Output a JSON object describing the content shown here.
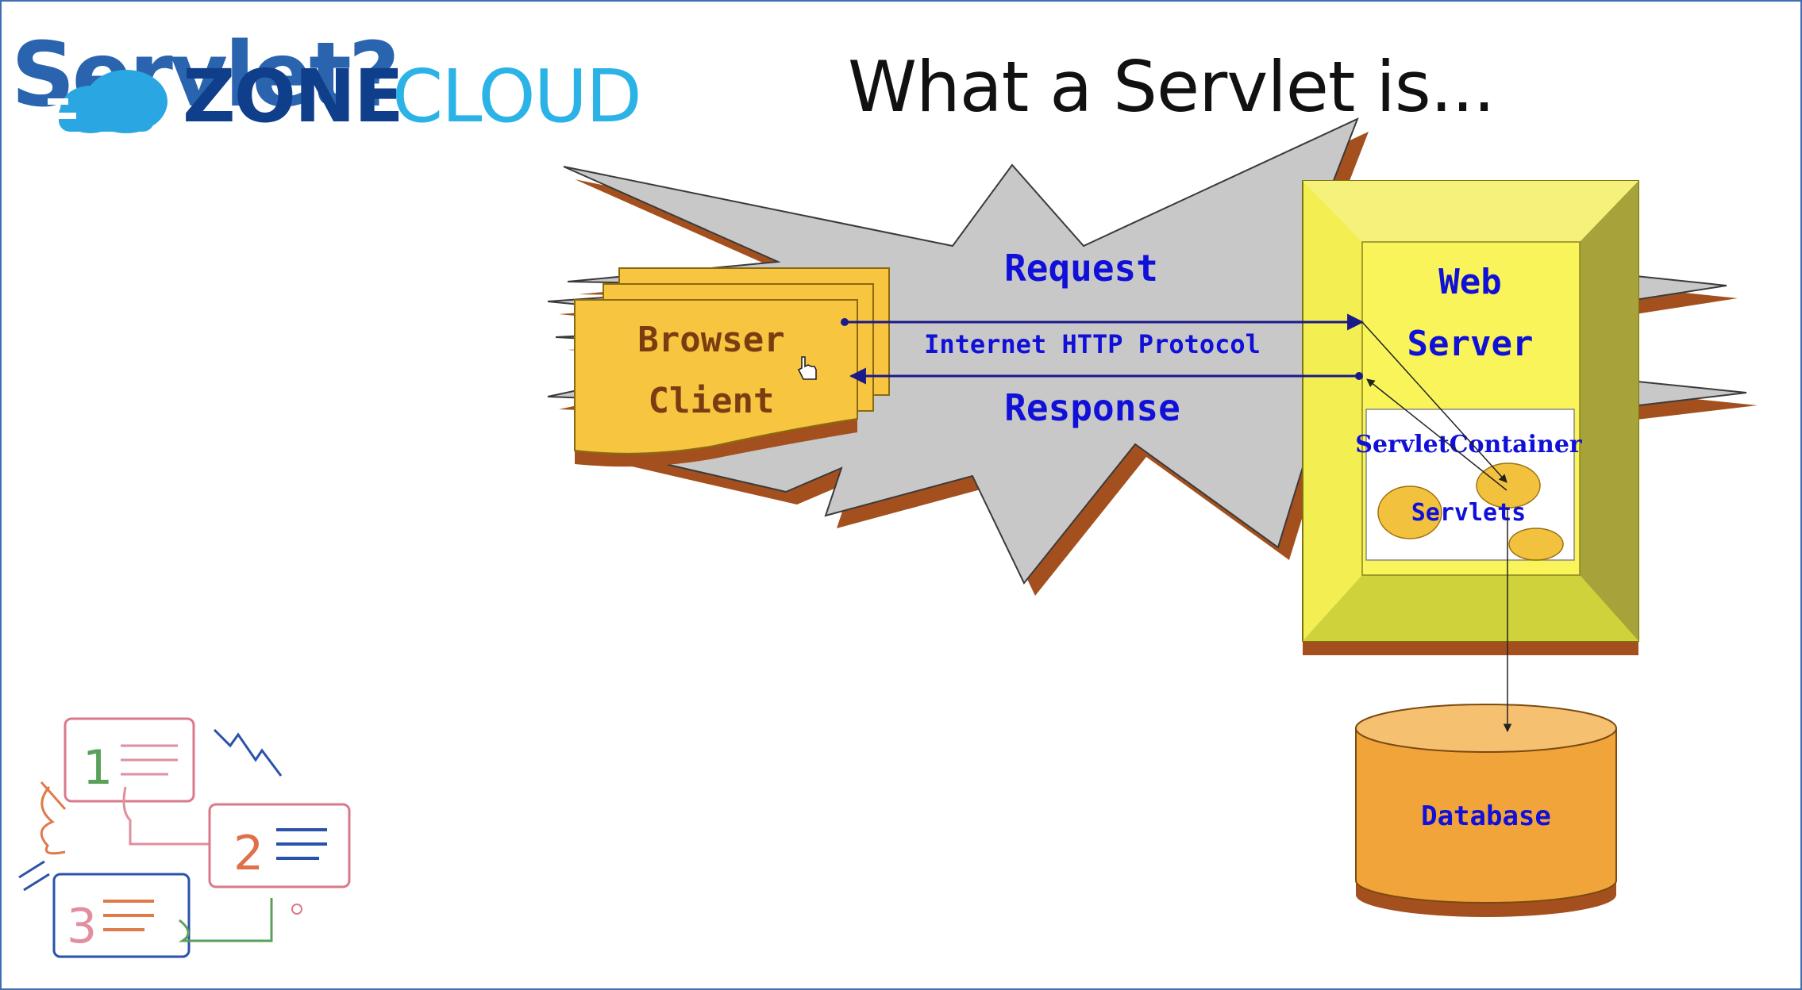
{
  "slide": {
    "logo_text": "Servlet?",
    "logo_brand_zone": "ZONE",
    "logo_brand_cloud": "CLOUD",
    "title": "What a Servlet is..."
  },
  "diagram": {
    "browser_line1": "Browser",
    "browser_line2": "Client",
    "request": "Request",
    "protocol": "Internet HTTP Protocol",
    "response": "Response",
    "web_line1": "Web",
    "web_line2": "Server",
    "container": "ServletContainer",
    "servlets": "Servlets",
    "database": "Database"
  },
  "tasks_icon": {
    "item1": "1",
    "item2": "2",
    "item3": "3"
  },
  "colors": {
    "label_blue": "#1010d8",
    "browser_brown": "#7a3d12",
    "folder_yellow": "#f7c540",
    "shadow_brown": "#a4501e",
    "burst_gray": "#c8c8c8",
    "server_yellow": "#f3ee52",
    "db_orange": "#f0a43a"
  }
}
